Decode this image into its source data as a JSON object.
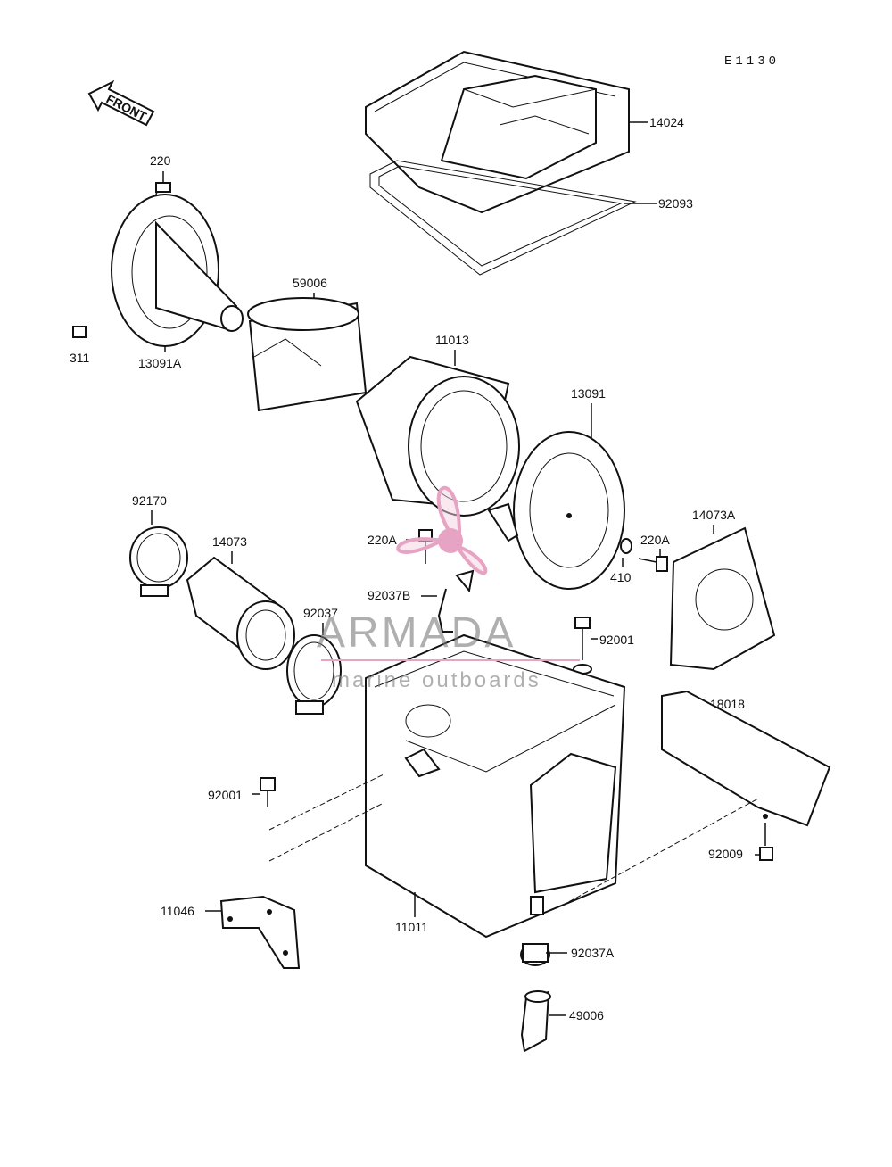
{
  "diagram_code": "E1130",
  "front_label": "FRONT",
  "watermark": {
    "brand": "ARMADA",
    "tagline": "marine outboards",
    "brand_color": "#e7a3c3"
  },
  "part_labels": {
    "p14024": "14024",
    "p92093": "92093",
    "p220": "220",
    "p311": "311",
    "p13091A": "13091A",
    "p59006": "59006",
    "p11013": "11013",
    "p13091": "13091",
    "p92170": "92170",
    "p14073": "14073",
    "p220A_a": "220A",
    "p220A_b": "220A",
    "p410": "410",
    "p14073A": "14073A",
    "p92037B": "92037B",
    "p92037": "92037",
    "p92001_a": "92001",
    "p18018": "18018",
    "p92001_b": "92001",
    "p92009": "92009",
    "p11046": "11046",
    "p11011": "11011",
    "p92037A": "92037A",
    "p49006": "49006"
  }
}
